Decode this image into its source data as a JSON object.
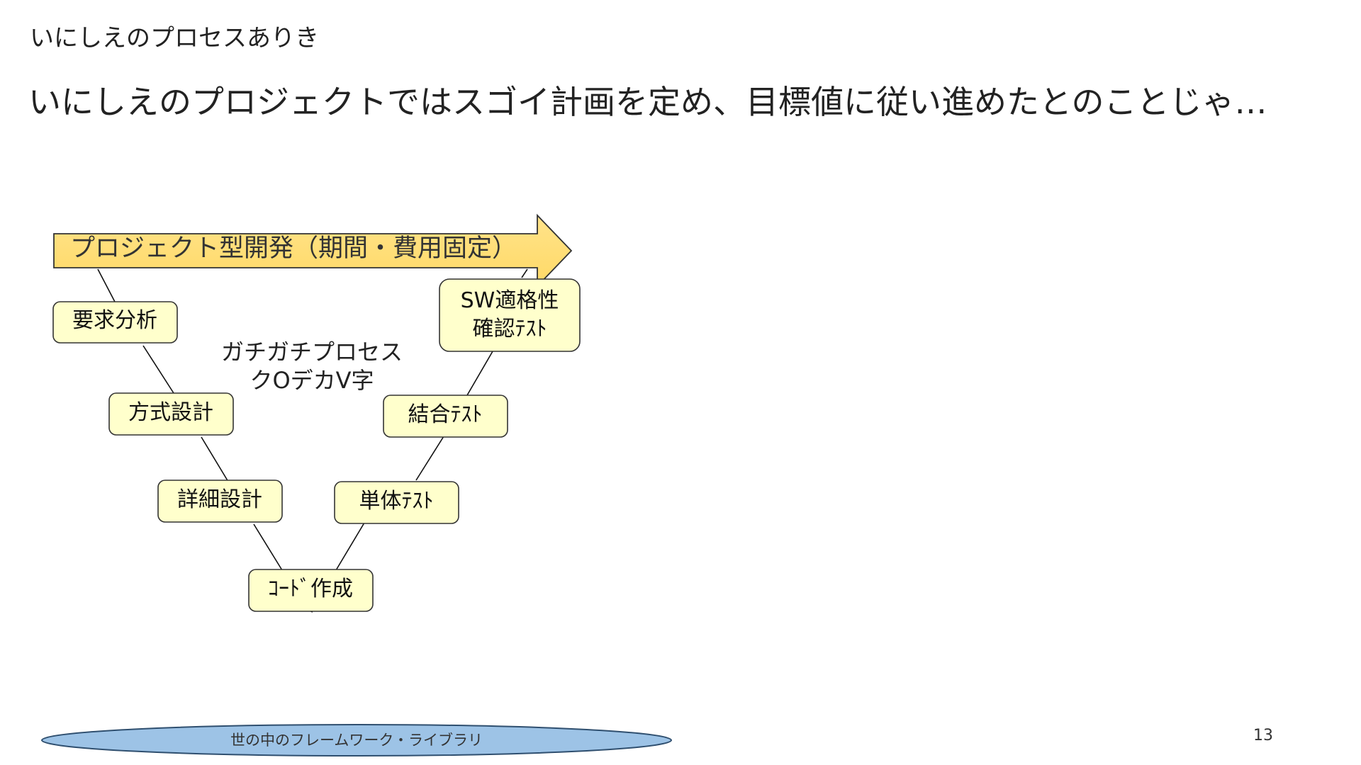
{
  "header": {
    "section": "いにしえのプロセスありき",
    "title": "いにしえのプロジェクトではスゴイ計画を定め、目標値に従い進めたとのことじゃ…"
  },
  "diagram": {
    "arrow_label": "プロジェクト型開発（期間・費用固定）",
    "center_label_line1": "ガチガチプロセス",
    "center_label_line2": "クOデカV字",
    "left_steps": [
      "要求分析",
      "方式設計",
      "詳細設計"
    ],
    "bottom_step": "ｺｰﾄﾞ作成",
    "right_steps": [
      "単体ﾃｽﾄ",
      "結合ﾃｽﾄ"
    ],
    "top_right_step_line1": "SW適格性",
    "top_right_step_line2": "確認ﾃｽﾄ",
    "foundation_label": "世の中のフレームワーク・ライブラリ",
    "colors": {
      "box_fill": "#ffffcc",
      "box_stroke": "#333333",
      "arrow_fill": "#ffd966",
      "arrow_fill_light": "#ffe38a",
      "ellipse_fill": "#9dc3e6",
      "ellipse_stroke": "#2f4f6f"
    }
  },
  "footer": {
    "page_number": "13"
  }
}
